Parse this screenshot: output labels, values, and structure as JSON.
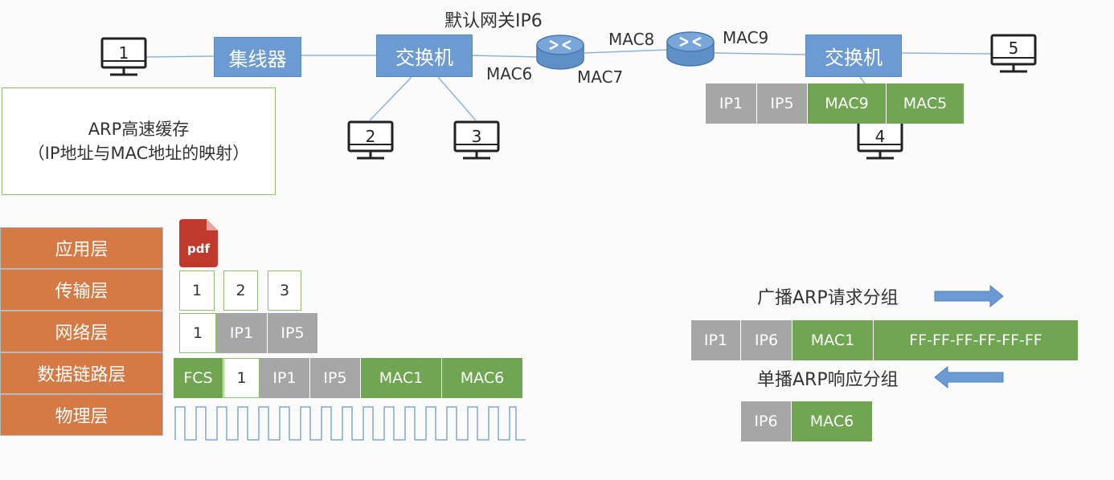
{
  "title_gateway": "默认网关IP6",
  "nodes": {
    "hub": "集线器",
    "switch_left": "交换机",
    "switch_right": "交换机"
  },
  "hosts": [
    "1",
    "2",
    "3",
    "4",
    "5"
  ],
  "mac_labels": {
    "mac6": "MAC6",
    "mac7": "MAC7",
    "mac8": "MAC8",
    "mac9": "MAC9"
  },
  "router_frame": [
    "IP1",
    "IP5",
    "MAC9",
    "MAC5"
  ],
  "arp_cache": {
    "line1": "ARP高速缓存",
    "line2": "（IP地址与MAC地址的映射）"
  },
  "layers": [
    "应用层",
    "传输层",
    "网络层",
    "数据链路层",
    "物理层"
  ],
  "pdf_label": "pdf",
  "transport_segments": [
    "1",
    "2",
    "3"
  ],
  "network_packet": [
    "1",
    "IP1",
    "IP5"
  ],
  "datalink_frame": [
    "FCS",
    "1",
    "IP1",
    "IP5",
    "MAC1",
    "MAC6"
  ],
  "arp_request": {
    "label": "广播ARP请求分组",
    "fields": [
      "IP1",
      "IP6",
      "MAC1",
      "FF-FF-FF-FF-FF-FF"
    ]
  },
  "arp_reply": {
    "label": "单播ARP响应分组",
    "fields": [
      "IP6",
      "MAC6"
    ]
  },
  "colors": {
    "node_blue": "#6b9bd2",
    "layer_orange": "#d57a44",
    "field_gray": "#a6a6a6",
    "field_green": "#70a652",
    "arrow_blue": "#6b9bd2"
  }
}
